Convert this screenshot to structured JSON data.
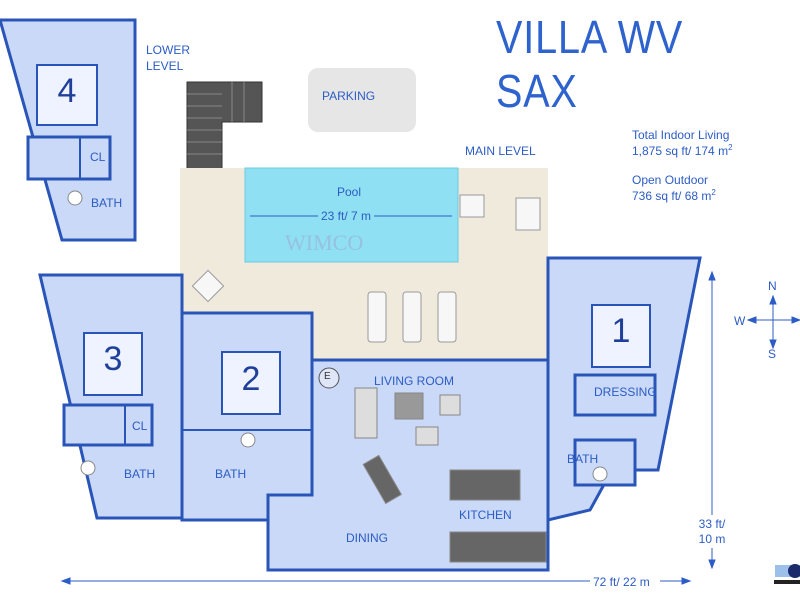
{
  "title": "VILLA WV SAX",
  "levels": {
    "lower": "LOWER\nLEVEL",
    "lower_line1": "LOWER",
    "lower_line2": "LEVEL",
    "main": "MAIN LEVEL"
  },
  "areas": {
    "indoor_label": "Total Indoor Living",
    "indoor_value": "1,875 sq ft/ 174 m",
    "outdoor_label": "Open Outdoor",
    "outdoor_value": "736 sq ft/ 68 m",
    "superscript": "2"
  },
  "rooms": {
    "bedroom_1": "1",
    "bedroom_2": "2",
    "bedroom_3": "3",
    "bedroom_4": "4",
    "parking": "PARKING",
    "pool": "Pool",
    "pool_dim": "23 ft/ 7 m",
    "living": "LIVING ROOM",
    "dining": "DINING",
    "kitchen": "KITCHEN",
    "dressing": "DRESSING",
    "bath": "BATH",
    "closet": "CL",
    "elevator": "E"
  },
  "dimensions": {
    "width": "72 ft/ 22 m",
    "depth_line1": "33 ft/",
    "depth_line2": "10 m"
  },
  "compass": {
    "n": "N",
    "s": "S",
    "w": "W"
  },
  "watermark": "WIMCO",
  "colors": {
    "accent": "#2c5cc5",
    "room": "#c9d9f7",
    "wall": "#2a55b8",
    "pool": "#8fe0f2",
    "terrace": "#efeadb"
  }
}
